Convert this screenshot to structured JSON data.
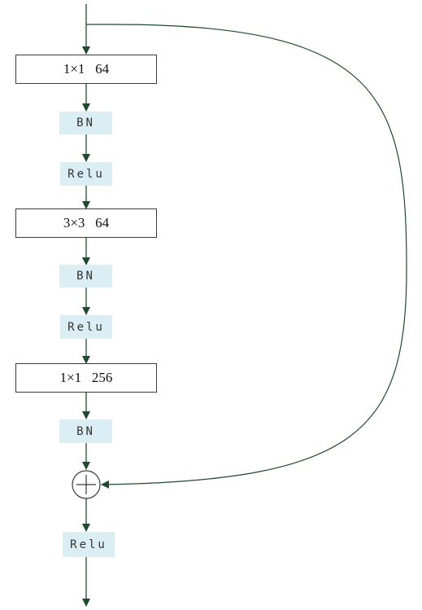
{
  "diagram": {
    "colors": {
      "line": "#1f4a2f",
      "box_border": "#3a3a3a",
      "op_fill": "#dbeef4"
    },
    "conv1": {
      "label": "1×1   64"
    },
    "bn1": {
      "label": "BN"
    },
    "relu1": {
      "label": "Relu"
    },
    "conv2": {
      "label": "3×3   64"
    },
    "bn2": {
      "label": "BN"
    },
    "relu2": {
      "label": "Relu"
    },
    "conv3": {
      "label": "1×1   256"
    },
    "bn3": {
      "label": "BN"
    },
    "add": {
      "symbol": "add-icon"
    },
    "relu3": {
      "label": "Relu"
    }
  }
}
